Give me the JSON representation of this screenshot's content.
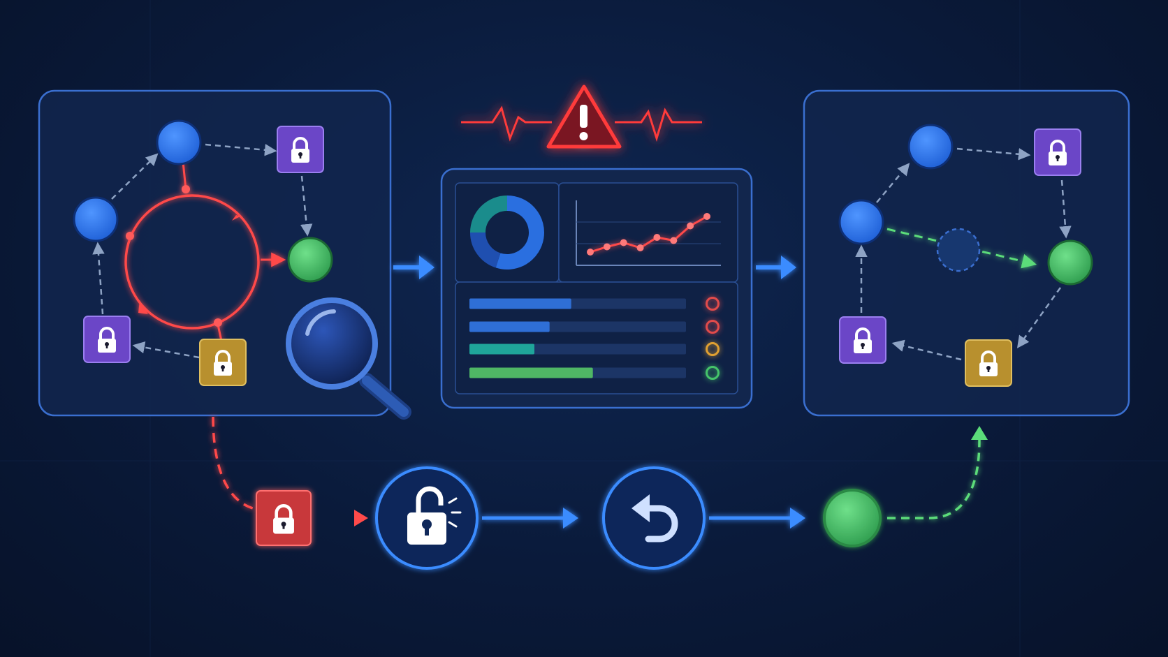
{
  "colors": {
    "background": "#0a1a3a",
    "panel_fill": "#12264d",
    "panel_border": "#3a6fd0",
    "node_blue": "#2f7bff",
    "node_green": "#45c46a",
    "lock_purple": "#6b46c7",
    "lock_gold": "#b8902e",
    "lock_red": "#c8373b",
    "deadlock_red": "#ff4a4a",
    "arrow_blue": "#3b8cff",
    "path_green": "#5bdc7a",
    "dash_gray": "#8ea3c4",
    "alert_red": "#ff3b3b",
    "teal": "#1fa59a"
  },
  "icons": {
    "lock": "padlock-closed-icon",
    "unlock": "padlock-open-icon",
    "rollback": "undo-arrow-icon",
    "inspect": "magnifier-icon",
    "alert": "warning-triangle-icon",
    "pulse": "heartbeat-line-icon"
  },
  "dashboard": {
    "donut": [
      0.55,
      0.2,
      0.25
    ],
    "line_points": [
      12,
      22,
      30,
      20,
      40,
      34,
      62,
      80
    ],
    "bars": [
      {
        "fill": 0.47,
        "color": "#2f6fd6",
        "status": "#e24b4b"
      },
      {
        "fill": 0.37,
        "color": "#2f6fd6",
        "status": "#e24b4b"
      },
      {
        "fill": 0.3,
        "color": "#1fa59a",
        "status": "#e0a030"
      },
      {
        "fill": 0.57,
        "color": "#4fb765",
        "status": "#45c46a"
      }
    ]
  }
}
